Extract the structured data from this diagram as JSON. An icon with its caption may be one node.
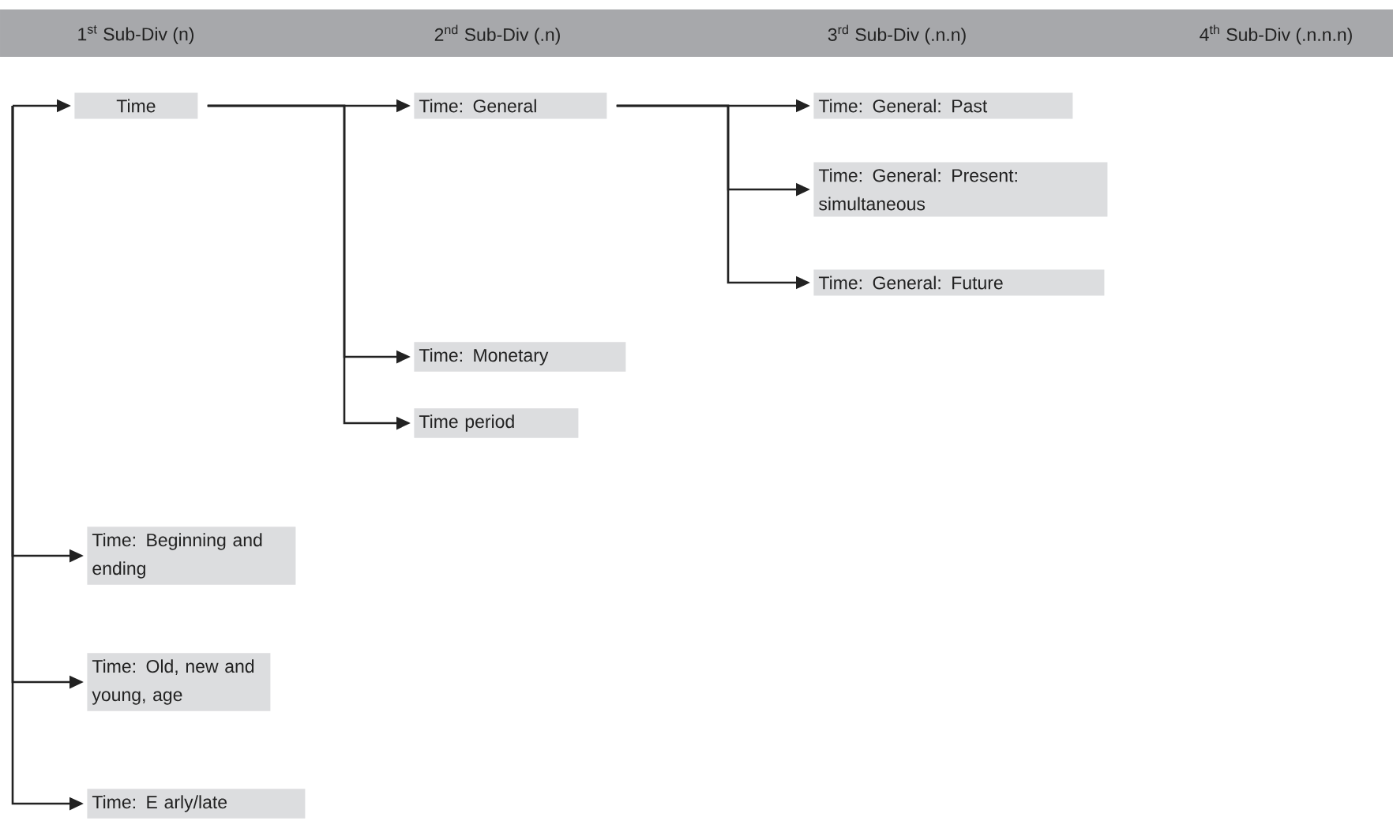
{
  "diagram": {
    "nodes": [
      {
        "text": [
          "Time"
        ]
      },
      {
        "text": [
          "Time: General"
        ]
      },
      {
        "text": [
          "Time: Monetary"
        ]
      },
      {
        "text": [
          "Time period"
        ]
      },
      {
        "text": [
          "Time: General: Past"
        ]
      },
      {
        "text": [
          "Time: General: Present: simultaneous"
        ]
      },
      {
        "text": [
          "Time: General: Future"
        ]
      },
      {
        "text": [
          "Time: Beginning and ending"
        ]
      },
      {
        "text": [
          "Time: Old, new and young, age"
        ]
      },
      {
        "text": [
          "Time: E arly/late"
        ]
      }
    ],
    "edges": [
      {
        "from": null,
        "to": 0,
        "arrow": "to"
      },
      {
        "from": 0,
        "to": 1,
        "arrow": "to"
      },
      {
        "from": 0,
        "to": 2,
        "arrow": "to"
      },
      {
        "from": 0,
        "to": 3,
        "arrow": "to"
      },
      {
        "from": 1,
        "to": 4,
        "arrow": "to"
      },
      {
        "from": 1,
        "to": 5,
        "arrow": "to"
      },
      {
        "from": 1,
        "to": 6,
        "arrow": "to"
      },
      {
        "from": null,
        "to": 7,
        "arrow": "to"
      },
      {
        "from": null,
        "to": 8,
        "arrow": "to"
      },
      {
        "from": null,
        "to": 9,
        "arrow": "to"
      }
    ],
    "labels": [
      "1$^{st}$ Sub-Div (n)",
      "2$^{nd}$ Sub-Div (.n)",
      "3$^{rd}$ Sub-Div (.n.n)",
      "4$^{th}$ Sub-Div (.n.n.n)"
    ]
  }
}
